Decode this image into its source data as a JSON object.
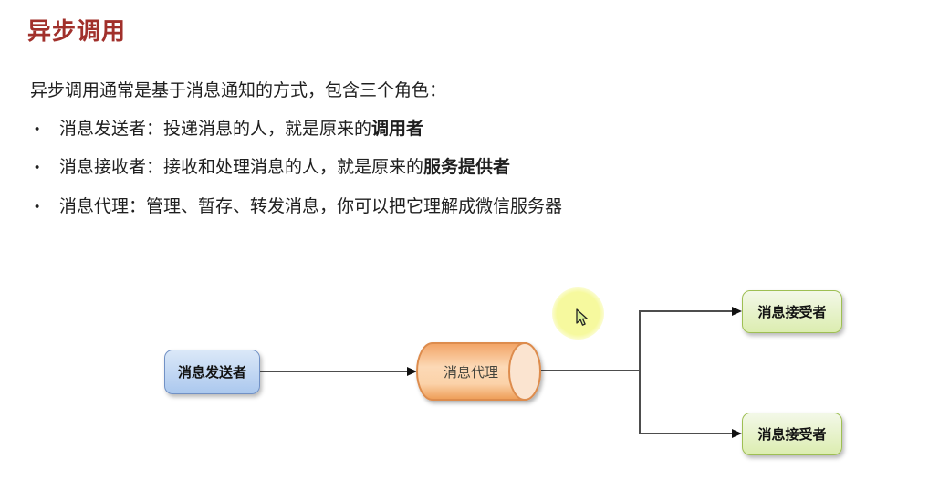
{
  "title": "异步调用",
  "intro": "异步调用通常是基于消息通知的方式，包含三个角色：",
  "bullet_char": "•",
  "bullets": [
    {
      "text": "消息发送者：投递消息的人，就是原来的",
      "bold": "调用者"
    },
    {
      "text": "消息接收者：接收和处理消息的人，就是原来的",
      "bold": "服务提供者"
    },
    {
      "text": "消息代理：管理、暂存、转发消息，你可以把它理解成微信服务器",
      "bold": ""
    }
  ],
  "diagram": {
    "sender": {
      "label": "消息发送者",
      "shape": "rounded-rectangle"
    },
    "broker": {
      "label": "消息代理",
      "shape": "horizontal-cylinder"
    },
    "receiver_top": {
      "label": "消息接受者",
      "shape": "rounded-rectangle"
    },
    "receiver_bottom": {
      "label": "消息接受者",
      "shape": "rounded-rectangle"
    },
    "flow": "sender -> broker -> (receiver_top, receiver_bottom)"
  },
  "colors": {
    "title_red": "#a1302b",
    "body_text": "#1f1f1f",
    "connector_line": "#4d4d4d",
    "arrowhead": "#111111",
    "sender_fill_top": "#dbe8f8",
    "sender_fill_bottom": "#abc8ee",
    "sender_border": "#7191c5",
    "broker_fill_dark": "#ee9c55",
    "broker_fill_light": "#fcd9b6",
    "broker_cap_fill": "#fbe4d0",
    "broker_border": "#dd8c4e",
    "receiver_fill_top": "#f3f8e8",
    "receiver_fill_bottom": "#dcedb0",
    "receiver_border": "#9ebf53",
    "cursor_highlight": "#f6f99e"
  }
}
